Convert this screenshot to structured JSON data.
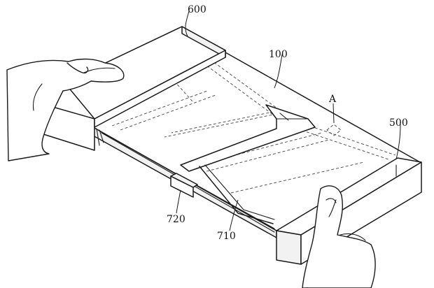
{
  "labels": {
    "body_600": "600",
    "display_100": "100",
    "detail_a": "A",
    "body_500": "500",
    "part_720": "720",
    "part_710": "710"
  }
}
